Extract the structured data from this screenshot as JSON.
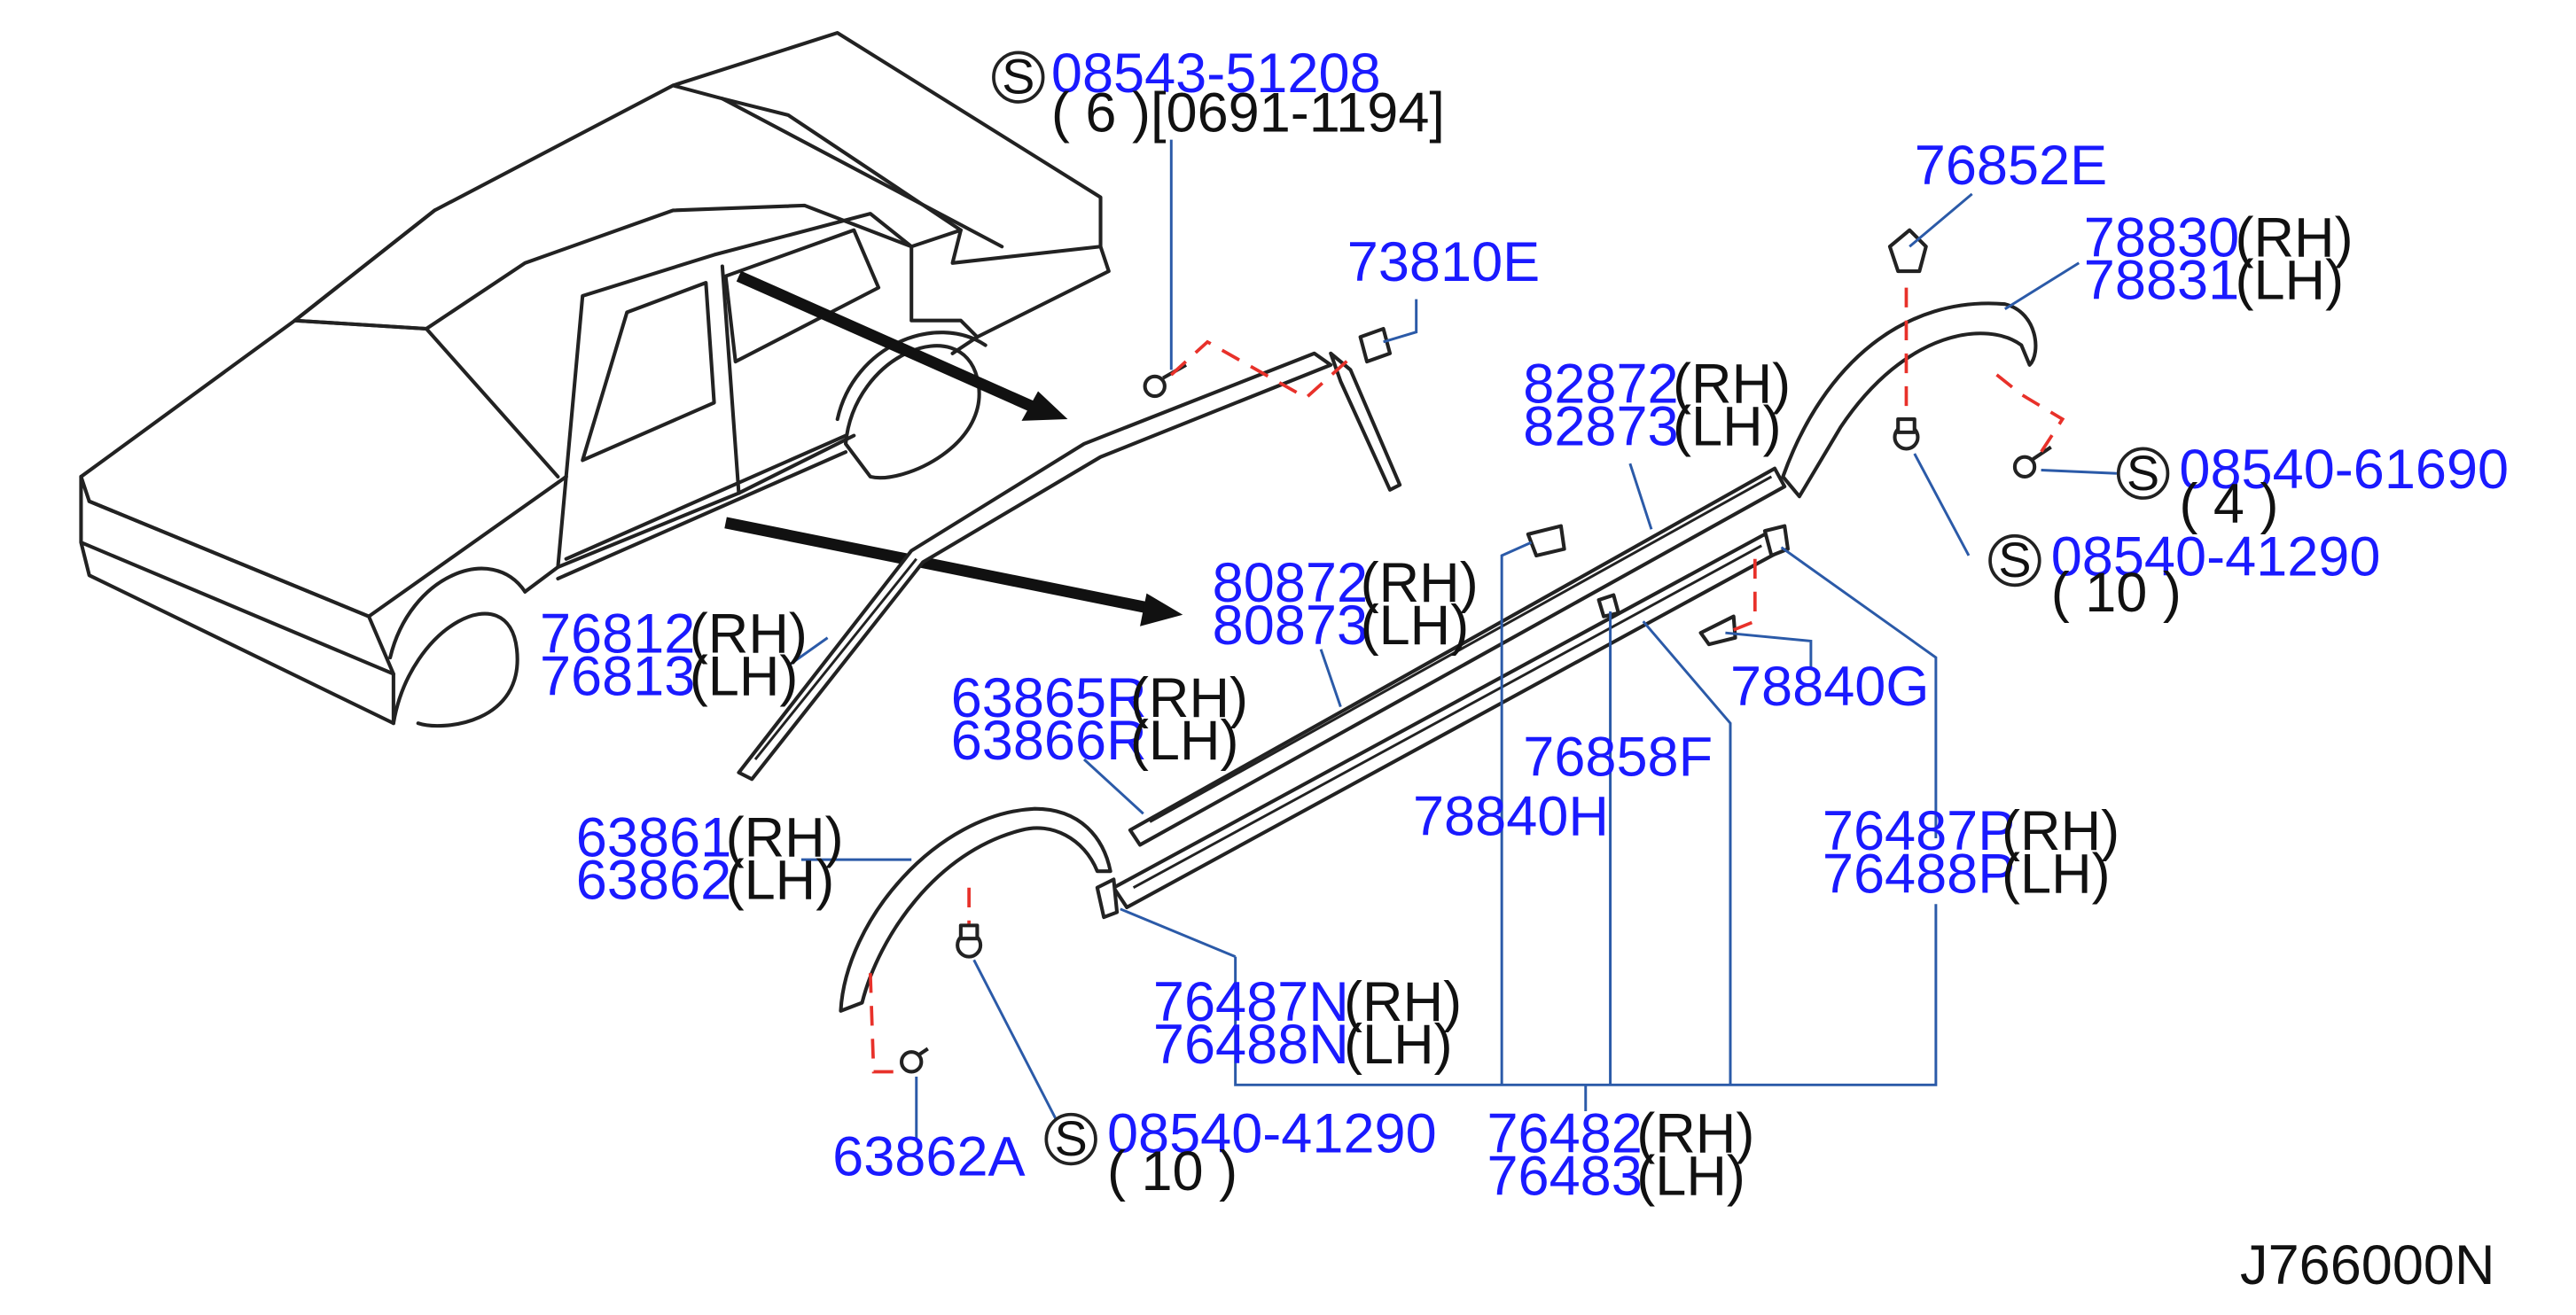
{
  "diagram_code": "J766000N",
  "screw_mark": "S",
  "colors": {
    "part_number": "#1a1aff",
    "leader": "#2b5aa8",
    "hidden_line": "#e8312a"
  },
  "callouts": {
    "c1": {
      "part": "08543-51208",
      "qty": "( 6 )[0691-1194]"
    },
    "c2": {
      "part": "73810E"
    },
    "c3": {
      "part": "76852E"
    },
    "c4": {
      "part_rh": "78830",
      "side_rh": "(RH)",
      "part_lh": "78831",
      "side_lh": "(LH)"
    },
    "c5": {
      "part_rh": "82872",
      "side_rh": "(RH)",
      "part_lh": "82873",
      "side_lh": "(LH)"
    },
    "c6": {
      "part": "08540-61690",
      "qty": "( 4 )"
    },
    "c7": {
      "part": "08540-41290",
      "qty": "( 10 )"
    },
    "c8": {
      "part_rh": "80872",
      "side_rh": "(RH)",
      "part_lh": "80873",
      "side_lh": "(LH)"
    },
    "c9": {
      "part_rh": "76812",
      "side_rh": "(RH)",
      "part_lh": "76813",
      "side_lh": "(LH)"
    },
    "c10": {
      "part_rh": "63865R",
      "side_rh": "(RH)",
      "part_lh": "63866R",
      "side_lh": "(LH)"
    },
    "c11": {
      "part": "78840G"
    },
    "c12": {
      "part": "76858F"
    },
    "c13": {
      "part": "78840H"
    },
    "c14": {
      "part_rh": "76487P",
      "side_rh": "(RH)",
      "part_lh": "76488P",
      "side_lh": "(LH)"
    },
    "c15": {
      "part_rh": "63861",
      "side_rh": "(RH)",
      "part_lh": "63862",
      "side_lh": "(LH)"
    },
    "c16": {
      "part_rh": "76487N",
      "side_rh": "(RH)",
      "part_lh": "76488N",
      "side_lh": "(LH)"
    },
    "c17": {
      "part": "08540-41290",
      "qty": "( 10 )"
    },
    "c18": {
      "part": "63862A"
    },
    "c19": {
      "part_rh": "76482",
      "side_rh": "(RH)",
      "part_lh": "76483",
      "side_lh": "(LH)"
    }
  }
}
